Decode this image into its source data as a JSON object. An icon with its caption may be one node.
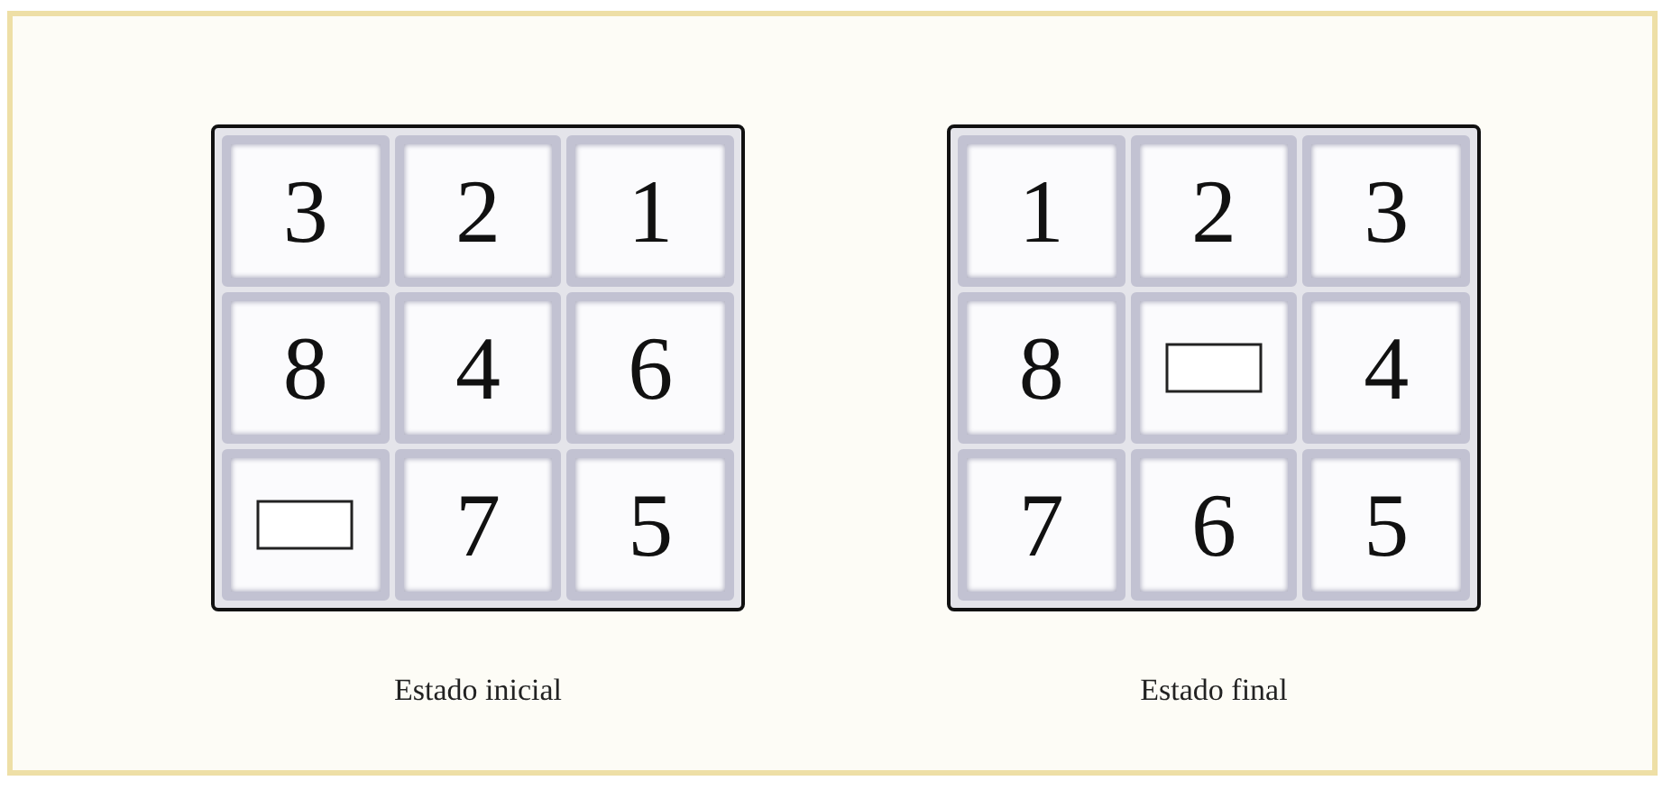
{
  "diagram": {
    "nodes": [
      {
        "text": [],
        "shape": "box",
        "beside": [
          "Estado inicial"
        ]
      },
      {
        "text": [
          "3"
        ],
        "in": 0
      },
      {
        "text": [
          "2"
        ],
        "in": 0
      },
      {
        "text": [
          "1"
        ],
        "in": 0
      },
      {
        "text": [
          "8"
        ],
        "in": 0
      },
      {
        "text": [
          "4"
        ],
        "in": 0
      },
      {
        "text": [
          "6"
        ],
        "in": 0
      },
      {
        "text": [],
        "shape": "box",
        "in": 0
      },
      {
        "text": [
          "7"
        ],
        "in": 0
      },
      {
        "text": [
          "5"
        ],
        "in": 0
      },
      {
        "text": [],
        "shape": "box",
        "beside": [
          "Estado final"
        ]
      },
      {
        "text": [
          "1"
        ],
        "in": 10
      },
      {
        "text": [
          "2"
        ],
        "in": 10
      },
      {
        "text": [
          "3"
        ],
        "in": 10
      },
      {
        "text": [
          "8"
        ],
        "in": 10
      },
      {
        "text": [],
        "shape": "box",
        "in": 10
      },
      {
        "text": [
          "4"
        ],
        "in": 10
      },
      {
        "text": [
          "7"
        ],
        "in": 10
      },
      {
        "text": [
          "6"
        ],
        "in": 10
      },
      {
        "text": [
          "5"
        ],
        "in": 10
      }
    ]
  }
}
